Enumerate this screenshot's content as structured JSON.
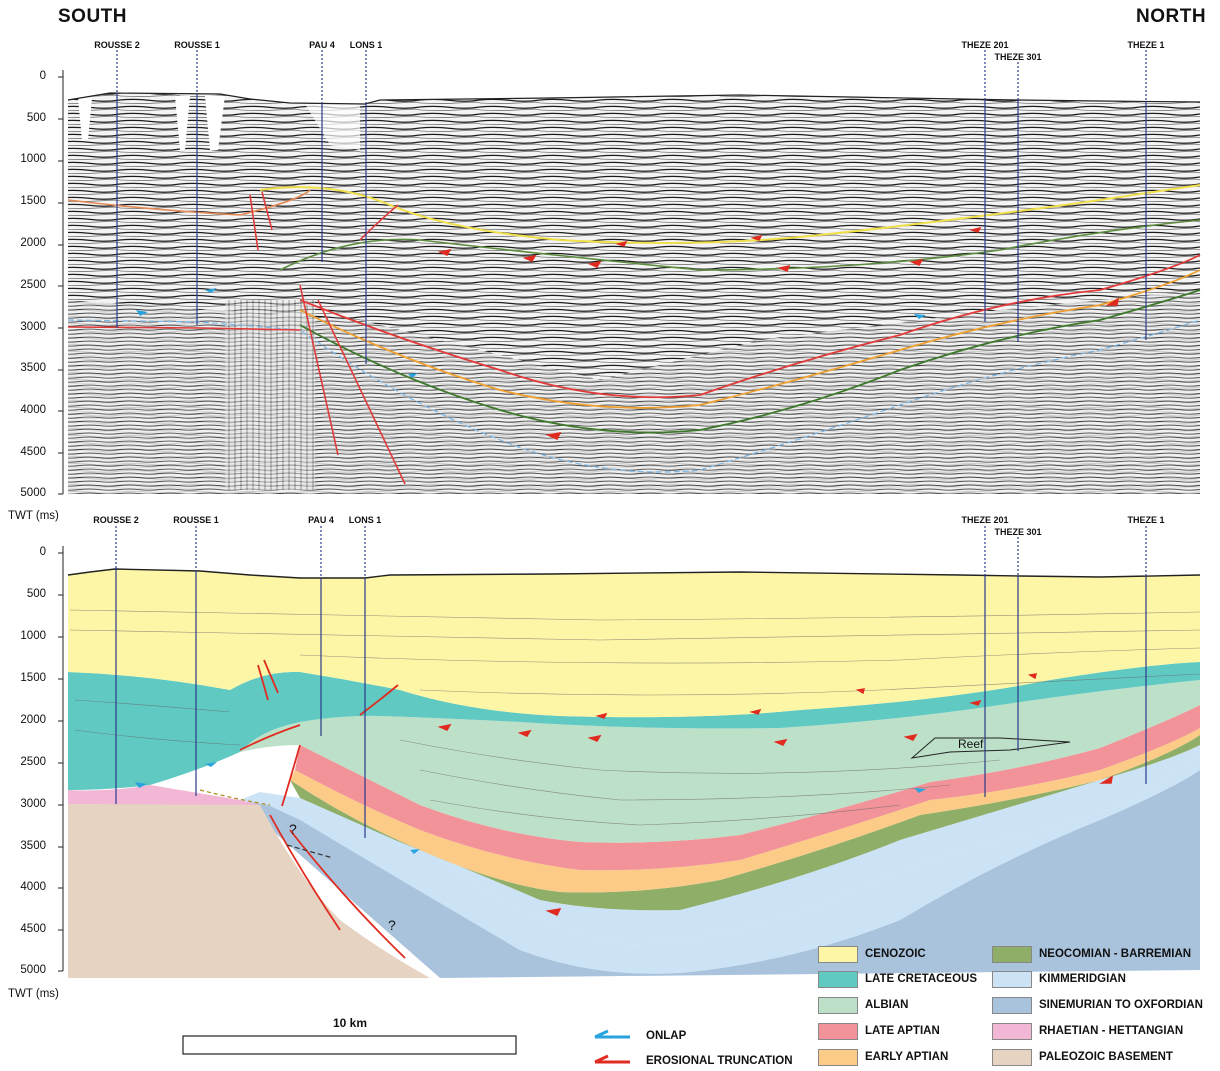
{
  "directions": {
    "left": "SOUTH",
    "right": "NORTH"
  },
  "wells": [
    {
      "name": "ROUSSE 2"
    },
    {
      "name": "ROUSSE 1"
    },
    {
      "name": "PAU 4"
    },
    {
      "name": "LONS 1"
    },
    {
      "name": "THEZE 201"
    },
    {
      "name": "THEZE 301"
    },
    {
      "name": "THEZE 1"
    }
  ],
  "axis": {
    "title": "TWT (ms)",
    "ticks": [
      "0",
      "500",
      "1000",
      "1500",
      "2000",
      "2500",
      "3000",
      "3500",
      "4000",
      "4500",
      "5000"
    ]
  },
  "annotations": {
    "reef": "Reef",
    "unknown": "?"
  },
  "scale_bar": {
    "label": "10 km"
  },
  "symbols": [
    {
      "name": "ONLAP",
      "color": "#29a3dd"
    },
    {
      "name": "EROSIONAL TRUNCATION",
      "color": "#e02b20"
    }
  ],
  "legend": [
    {
      "name": "CENOZOIC",
      "color": "#fdf6a6"
    },
    {
      "name": "LATE CRETACEOUS",
      "color": "#5fc9c2"
    },
    {
      "name": "ALBIAN",
      "color": "#bde0c8"
    },
    {
      "name": "LATE APTIAN",
      "color": "#f19398"
    },
    {
      "name": "EARLY APTIAN",
      "color": "#fccb87"
    },
    {
      "name": "NEOCOMIAN - BARREMIAN",
      "color": "#8fae68"
    },
    {
      "name": "KIMMERIDGIAN",
      "color": "#cce3f5"
    },
    {
      "name": "SINEMURIAN TO OXFORDIAN",
      "color": "#a9c3dd"
    },
    {
      "name": "RHAETIAN - HETTANGIAN",
      "color": "#f1b7d5"
    },
    {
      "name": "PALEOZOIC BASEMENT",
      "color": "#e6d3c1"
    }
  ]
}
